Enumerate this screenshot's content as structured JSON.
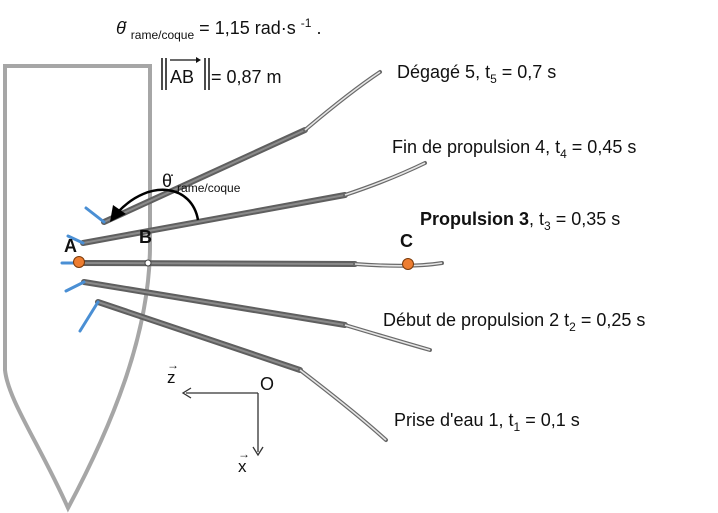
{
  "angular_velocity": {
    "symbol": "θ̇",
    "subscript": "rame/coque",
    "equals": " =  ",
    "value": "1,15 rad·s",
    "exponent": "-1",
    "suffix": "."
  },
  "distance": {
    "vector": "AB",
    "equals": " = 0,87 m"
  },
  "arc_label": {
    "symbol": "θ̇",
    "subscript": "rame/coque"
  },
  "points": {
    "A": "A",
    "B": "B",
    "C": "C"
  },
  "axes": {
    "origin": "O",
    "z": "z",
    "x": "x",
    "arrow": "→"
  },
  "positions": [
    {
      "name": "Dégagé 5, t",
      "sub": "5",
      "rest": " = 0,7 s",
      "bold": false
    },
    {
      "name": "Fin de propulsion 4, t",
      "sub": "4",
      "rest": " = 0,45 s",
      "bold": false
    },
    {
      "name": "Propulsion 3",
      "sub": "3",
      "rest": " = 0,35 s",
      "mid": ", t",
      "bold": true
    },
    {
      "name": "Début de propulsion 2 t",
      "sub": "2",
      "rest": " = 0,25 s",
      "bold": false
    },
    {
      "name": "Prise d'eau 1, t",
      "sub": "1",
      "rest": " = 0,1 s",
      "bold": false
    }
  ],
  "colors": {
    "hull": "#a6a6a6",
    "oar": "#5f5f5f",
    "handle": "#4a8fd4",
    "point": "#ed7d31",
    "arrow": "#000000"
  }
}
